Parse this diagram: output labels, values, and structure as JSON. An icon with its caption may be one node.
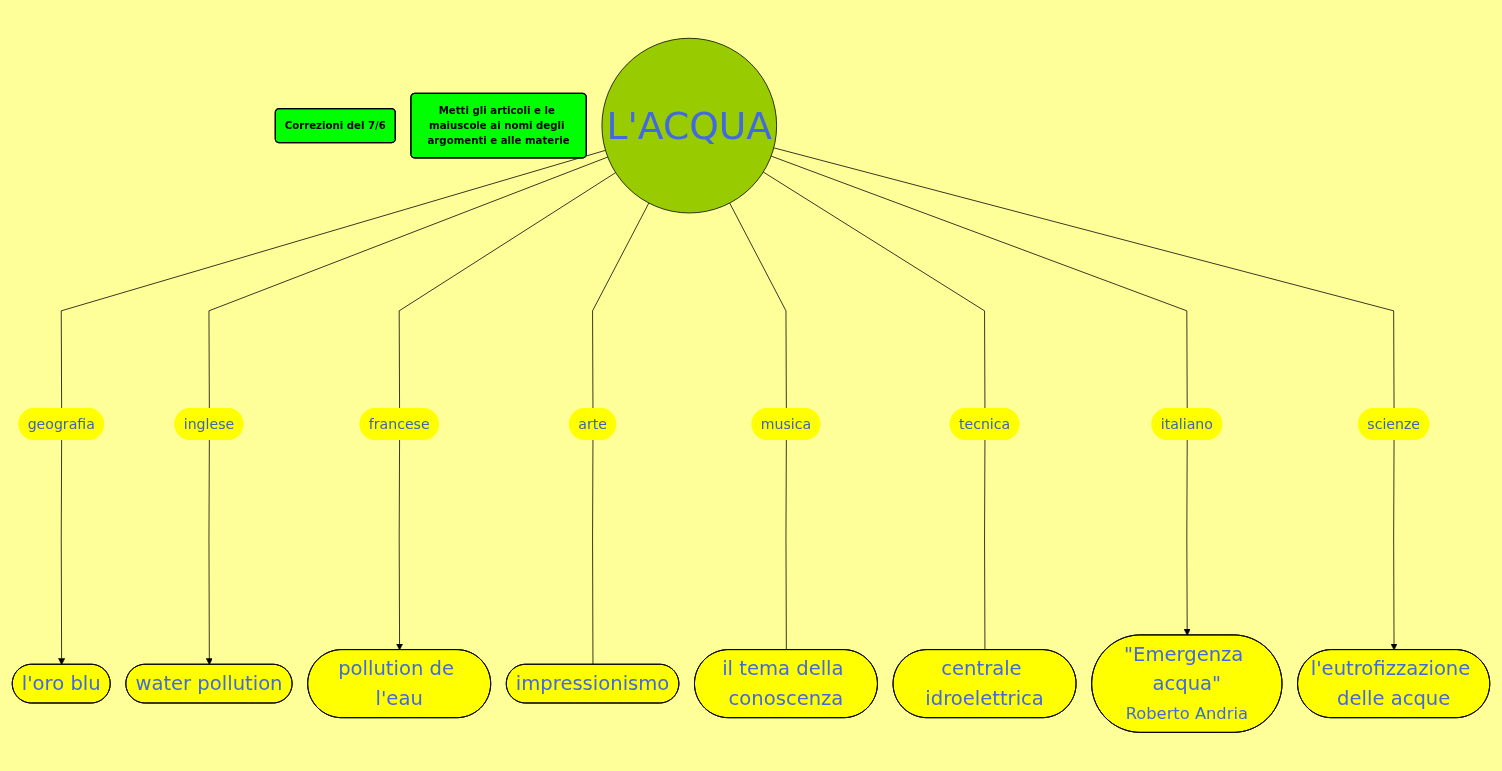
{
  "diagram": {
    "nodes": [
      {
        "text": [
          "Correzioni del 7/6"
        ]
      },
      {
        "text": [
          "Metti gli articoli e le maiuscole ai nomi degli argomenti e alle materie"
        ]
      },
      {
        "text": [
          "l'oro blu"
        ]
      },
      {
        "text": [
          "l'eutrofizzazione delle acque"
        ]
      },
      {
        "text": [
          "water pollution"
        ]
      },
      {
        "text": [
          "geografia"
        ]
      },
      {
        "text": [
          "scienze"
        ]
      },
      {
        "text": [
          "inglese"
        ]
      },
      {
        "text": [
          "\"Emergenza acqua\"",
          "Roberto Andria"
        ]
      },
      {
        "text": [
          "italiano"
        ]
      },
      {
        "text": [
          "L'ACQUA"
        ]
      },
      {
        "text": [
          "francese"
        ]
      },
      {
        "text": [
          "pollution de l'eau"
        ]
      },
      {
        "text": [
          "arte"
        ]
      },
      {
        "text": [
          "tecnica"
        ]
      },
      {
        "text": [
          "musica"
        ]
      },
      {
        "text": [
          "impressionismo"
        ]
      },
      {
        "text": [
          "centrale idroelettrica"
        ]
      },
      {
        "text": [
          "il tema della conoscenza"
        ]
      }
    ],
    "edges": [
      {
        "from": 10,
        "to": 5,
        "arrow": "none"
      },
      {
        "from": 5,
        "to": 2,
        "arrow": "to"
      },
      {
        "from": 10,
        "to": 7,
        "arrow": "none"
      },
      {
        "from": 7,
        "to": 4,
        "arrow": "to"
      },
      {
        "from": 10,
        "to": 11,
        "arrow": "none"
      },
      {
        "from": 11,
        "to": 12,
        "arrow": "to"
      },
      {
        "from": 10,
        "to": 13,
        "arrow": "none"
      },
      {
        "from": 13,
        "to": 16,
        "arrow": "none"
      },
      {
        "from": 10,
        "to": 15,
        "arrow": "none"
      },
      {
        "from": 15,
        "to": 18,
        "arrow": "none"
      },
      {
        "from": 10,
        "to": 14,
        "arrow": "none"
      },
      {
        "from": 14,
        "to": 17,
        "arrow": "none"
      },
      {
        "from": 10,
        "to": 9,
        "arrow": "none"
      },
      {
        "from": 9,
        "to": 8,
        "arrow": "to"
      },
      {
        "from": 10,
        "to": 6,
        "arrow": "none"
      },
      {
        "from": 6,
        "to": 3,
        "arrow": "to"
      }
    ]
  }
}
